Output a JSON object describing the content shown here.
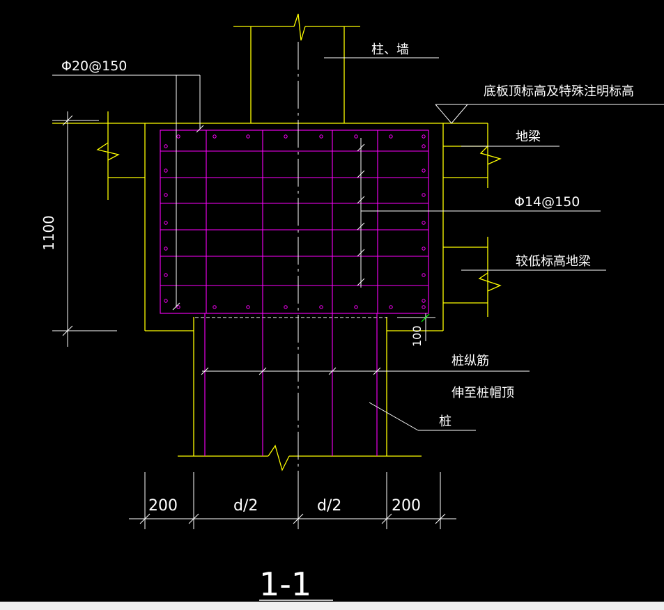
{
  "drawing": {
    "labels": {
      "column_wall": "柱、墙",
      "top_rebar": "Φ20@150",
      "slab_top_elevation": "底板顶标高及特殊注明标高",
      "ground_beam": "地梁",
      "side_rebar": "Φ14@150",
      "lower_ground_beam": "较低标高地梁",
      "pile_long_rebar": "桩纵筋",
      "extend_to_cap_top": "伸至桩帽顶",
      "pile": "桩"
    },
    "dimensions": {
      "height": "1100",
      "embed": "100",
      "left_offset": "200",
      "half_d_left": "d/2",
      "half_d_right": "d/2",
      "right_offset": "200"
    },
    "section_title": "1-1"
  },
  "colors": {
    "outline": "#ffff00",
    "rebar": "#ff00ff",
    "dimension": "#ffffff",
    "background": "#000000",
    "accent": "#00ff00"
  }
}
